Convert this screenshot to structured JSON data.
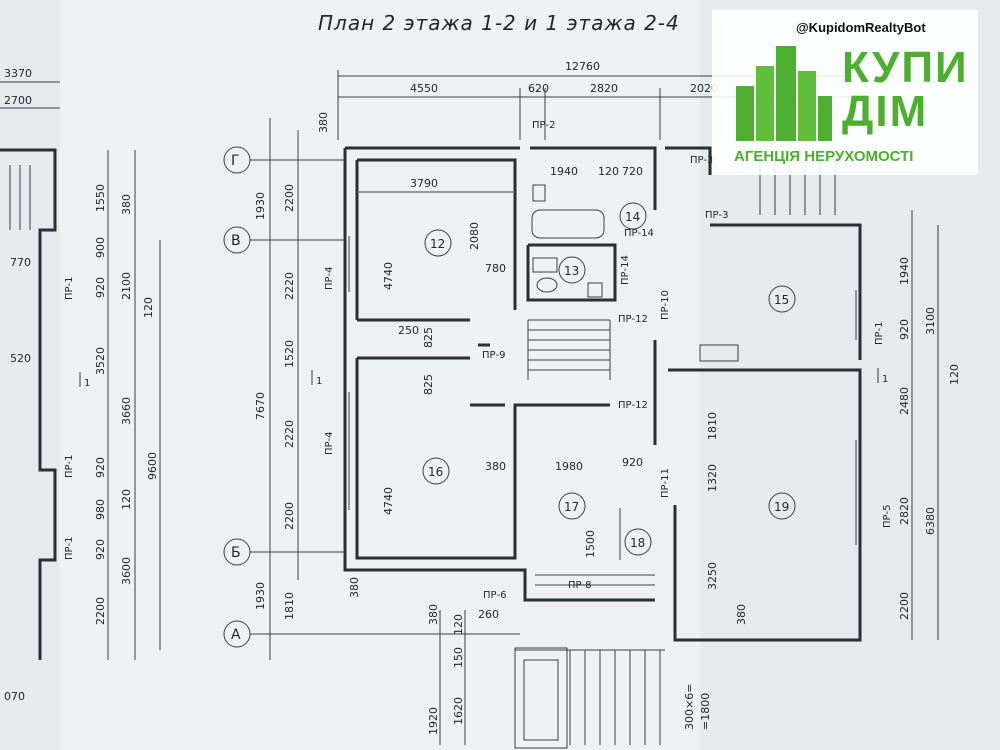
{
  "title": "План 2 этажа 1-2 и 1 этажа 2-4",
  "watermark": {
    "handle": "@KupidomRealtyBot",
    "brand": "КУПИ ДІМ",
    "agency": "АГЕНЦІЯ НЕРУХОМОСТІ",
    "brand_color": "#4caf2f"
  },
  "axes": [
    "Г",
    "В",
    "Б",
    "А"
  ],
  "top_dims": {
    "overall": "12760",
    "segments": [
      "4550",
      "620",
      "2820",
      "2020"
    ],
    "left_overall": "3370",
    "left_segment": "2700"
  },
  "rooms": [
    "12",
    "13",
    "14",
    "15",
    "16",
    "17",
    "18",
    "19"
  ],
  "room_dims": {
    "r12_width": "3790",
    "r12_height": "4740",
    "r16_height": "4740",
    "bath_width": "1940",
    "d_720_a": "720",
    "d_120_a": "120",
    "d_2080": "2080",
    "d_780": "780",
    "d_1980": "1980",
    "d_920": "920",
    "d_1500": "1500",
    "d_3250": "3250",
    "d_1320": "1320",
    "d_1810": "1810",
    "d_825a": "825",
    "d_825b": "825",
    "d_250": "250",
    "d_380_mid": "380",
    "d_380_bottom": "380"
  },
  "left_dims": [
    "380",
    "2200",
    "2220",
    "1520",
    "2220",
    "2200",
    "380",
    "1930",
    "7670",
    "1810",
    "1930"
  ],
  "right_dims": [
    "1940",
    "920",
    "3100",
    "2480",
    "2820",
    "2200",
    "6380",
    "120"
  ],
  "openings": [
    "ПР-2",
    "ПР-3",
    "ПР-3",
    "ПР-4",
    "ПР-4",
    "ПР-9",
    "ПР-10",
    "ПР-12",
    "ПР-12",
    "ПР-11",
    "ПР-14",
    "ПР-14",
    "ПР-1",
    "ПР-5",
    "ПР-8",
    "ПР-6"
  ],
  "left_edge_dims": [
    "1550",
    "380",
    "900",
    "920",
    "2100",
    "120",
    "3520",
    "3660",
    "9600",
    "920",
    "980",
    "120",
    "920",
    "3600",
    "2200",
    "770",
    "520",
    "070"
  ],
  "left_edge_tags": [
    "ПР-1",
    "ПР-1",
    "ПР-1"
  ],
  "bottom_dims": {
    "stair_note": "300×6=",
    "stair_total": "=1800",
    "d_1920": "1920",
    "d_1620": "1620",
    "d_150": "150",
    "d_120": "120",
    "d_260": "260",
    "d_380": "380"
  },
  "section_mark": "1"
}
